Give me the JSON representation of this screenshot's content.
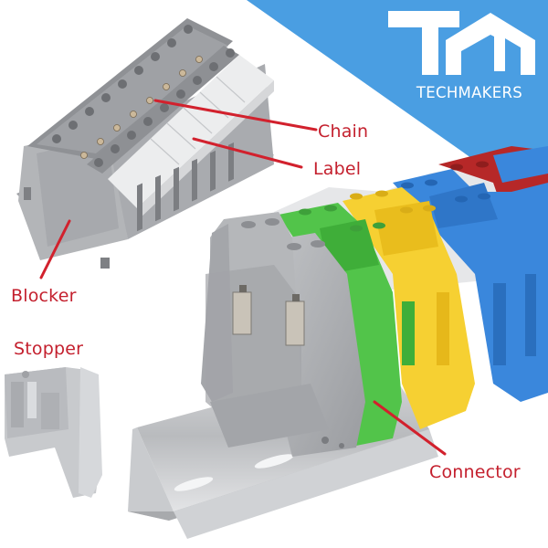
{
  "brand": {
    "logo_mark": "TM",
    "name": "TECHMAKERS",
    "accent_color": "#4a9ee2"
  },
  "callouts": {
    "chain": "Chain",
    "label": "Label",
    "blocker": "Blocker",
    "stopper": "Stopper",
    "connector": "Connector",
    "color": "#c4202e"
  },
  "products": {
    "terminal_block_assembly": "grey terminal block assembly with chain and labels",
    "end_stopper": "grey end stopper",
    "din_rail_connectors": "grey, green, yellow, blue and red terminal block connectors on DIN rail",
    "connector_colors": [
      "#a6a8ab",
      "#52c44a",
      "#f6d032",
      "#3a87dc",
      "#b62828"
    ]
  }
}
